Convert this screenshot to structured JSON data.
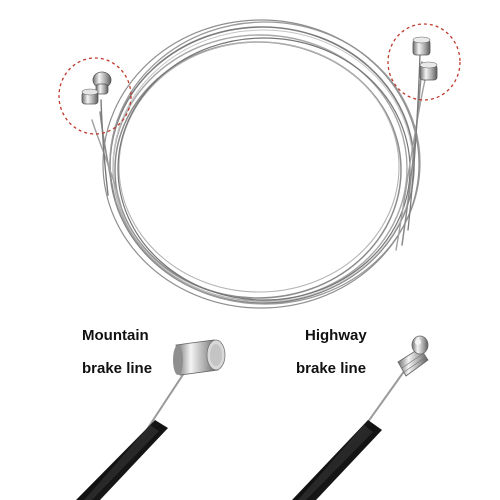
{
  "labels": {
    "mountain_line1": "Mountain",
    "mountain_line2": "brake line",
    "highway_line1": "Highway",
    "highway_line2": "brake line"
  },
  "colors": {
    "background": "#ffffff",
    "cable_steel": "#8a8a8a",
    "cable_highlight": "#c8c8c8",
    "housing_black": "#1a1a1a",
    "callout_circle": "#c0392b",
    "label_text": "#111111"
  }
}
